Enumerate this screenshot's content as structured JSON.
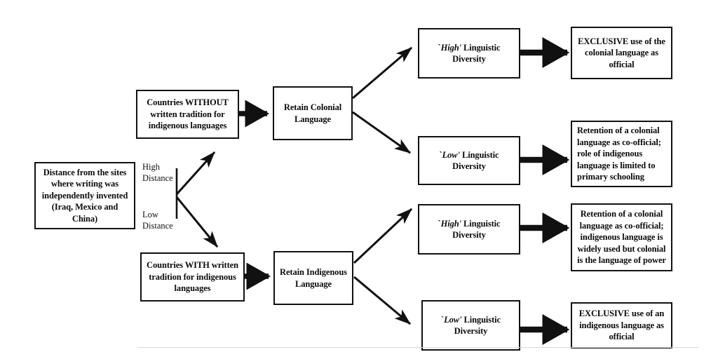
{
  "diagram": {
    "title": "Flowchart: writing tradition, colonial language retention and linguistic diversity outcomes",
    "nodes": {
      "root": {
        "label": "Distance from the sites where writing was independently invented (Iraq, Mexico and China)"
      },
      "branch_high_label": "High\nDistance",
      "branch_low_label": "Low\nDistance",
      "without_writing": {
        "label": "Countries WITHOUT written tradition for indigenous languages"
      },
      "with_writing": {
        "label": "Countries WITH written tradition for indigenous languages"
      },
      "retain_colonial": {
        "label": "Retain Colonial Language"
      },
      "retain_indigenous": {
        "label": "Retain Indigenous Language"
      },
      "div_high_1": {
        "quote_open": "`",
        "emphasis": "High",
        "quote_close": "'",
        "rest": " Linguistic Diversity"
      },
      "div_low_1": {
        "quote_open": "`",
        "emphasis": "Low",
        "quote_close": "'",
        "rest": " Linguistic Diversity"
      },
      "div_high_2": {
        "quote_open": "`",
        "emphasis": "High",
        "quote_close": "'",
        "rest": " Linguistic Diversity"
      },
      "div_low_2": {
        "quote_open": "`",
        "emphasis": "Low",
        "quote_close": "'",
        "rest": " Linguistic Diversity"
      },
      "outcome_1": {
        "label": "EXCLUSIVE use of the colonial language as official"
      },
      "outcome_2": {
        "label": "Retention of a colonial language as co-official; role of indigenous language is limited to primary schooling"
      },
      "outcome_3": {
        "label": "Retention of a colonial language as co-official; indigenous language is widely used but colonial is the language of power"
      },
      "outcome_4": {
        "label": "EXCLUSIVE use of an indigenous language as official"
      }
    },
    "colors": {
      "stroke": "#111111",
      "background": "#ffffff",
      "text": "#0b0b0b",
      "baseline": "#d8d8d8"
    }
  }
}
